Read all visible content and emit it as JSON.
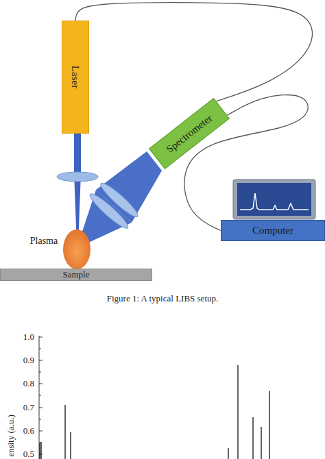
{
  "diagram": {
    "caption": "Figure 1: A typical LIBS setup.",
    "nodes": [
      {
        "text": [
          "Laser"
        ]
      },
      {
        "text": [
          "Spectrometer"
        ]
      },
      {
        "text": [
          "Computer"
        ]
      },
      {
        "text": [
          "Plasma"
        ]
      },
      {
        "text": [
          "Sample"
        ]
      }
    ],
    "edges": [
      {
        "from": 0,
        "to": 1,
        "arrow": "none"
      },
      {
        "from": 1,
        "to": 2,
        "arrow": "none"
      }
    ],
    "labels": [
      "1.0",
      "0.9",
      "0.8",
      "0.7",
      "0.6",
      "0.5",
      "ensity (a.u.)"
    ]
  }
}
